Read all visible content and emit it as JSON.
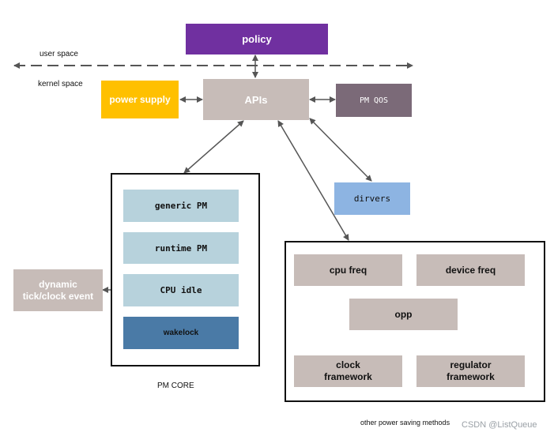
{
  "labels": {
    "user_space": "user space",
    "kernel_space": "kernel space",
    "pm_core": "PM CORE",
    "other_methods": "other power saving methods",
    "watermark": "CSDN @ListQueue"
  },
  "nodes": {
    "policy": "policy",
    "apis": "APIs",
    "power_supply": "power supply",
    "pm_qos": "PM QOS",
    "dirvers": "dirvers",
    "generic_pm": "generic PM",
    "runtime_pm": "runtime PM",
    "cpu_idle": "CPU idle",
    "wakelock": "wakelock",
    "dynamic_tick": "dynamic\ntick/clock event",
    "cpu_freq": "cpu freq",
    "device_freq": "device freq",
    "opp": "opp",
    "clock_framework": "clock\nframework",
    "regulator_framework": "regulator\nframework"
  },
  "colors": {
    "policy": "#7030a0",
    "apis": "#c7bcb8",
    "power_supply": "#ffc000",
    "pm_qos": "#7b6a78",
    "dirvers": "#8db4e2",
    "pm_light": "#b7d2dc",
    "wakelock": "#4a7aa6",
    "taupe": "#c7bcb8",
    "line": "#555555"
  }
}
